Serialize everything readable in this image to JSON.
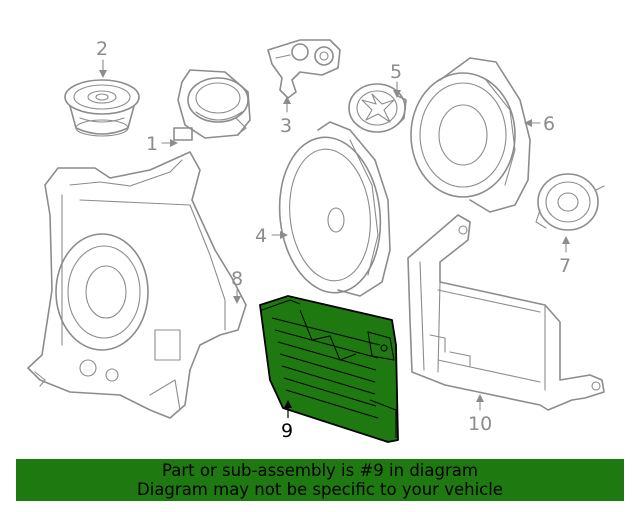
{
  "parts": [
    {
      "number": "1",
      "name": "tweeter-with-connector"
    },
    {
      "number": "2",
      "name": "small-speaker"
    },
    {
      "number": "3",
      "name": "speaker-bracket"
    },
    {
      "number": "4",
      "name": "oval-door-speaker"
    },
    {
      "number": "5",
      "name": "tweeter"
    },
    {
      "number": "6",
      "name": "round-speaker"
    },
    {
      "number": "7",
      "name": "small-round-speaker"
    },
    {
      "number": "8",
      "name": "subwoofer-enclosure"
    },
    {
      "number": "9",
      "name": "amplifier",
      "highlighted": true
    },
    {
      "number": "10",
      "name": "mounting-bracket"
    }
  ],
  "colors": {
    "highlight": "#1e7a10",
    "line": "#8c8c8c",
    "banner": "#1e7a10"
  },
  "banner": {
    "line1": "Part or sub-assembly is #9 in diagram",
    "line2": "Diagram may not be specific to your vehicle"
  }
}
